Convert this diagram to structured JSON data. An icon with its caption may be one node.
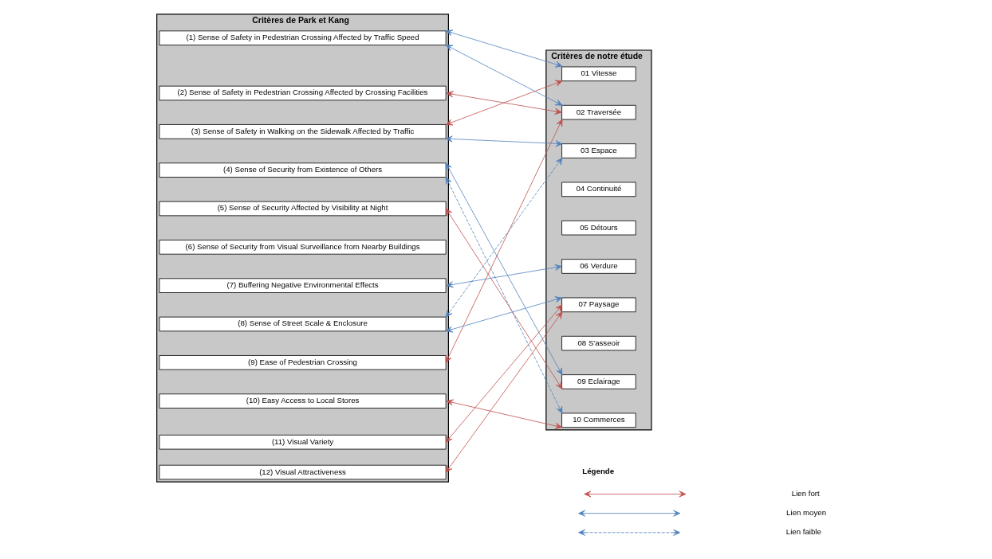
{
  "diagram": {
    "nodes": [
      {
        "text": [
          "Critères de Park et Kang"
        ]
      },
      {
        "text": [
          "(1) Sense of Safety in Pedestrian Crossing Affected by Traffic Speed"
        ],
        "in": 0
      },
      {
        "text": [
          "(2) Sense of Safety in Pedestrian Crossing Affected by Crossing Facilities"
        ],
        "in": 0
      },
      {
        "text": [
          "(3) Sense of Safety in Walking on the Sidewalk Affected by Traffic"
        ],
        "in": 0
      },
      {
        "text": [
          "(4) Sense of Security from Existence of Others"
        ],
        "in": 0
      },
      {
        "text": [
          "(5) Sense of Security Affected by Visibility at Night"
        ],
        "in": 0
      },
      {
        "text": [
          "(6) Sense of Security from Visual Surveillance from Nearby Buildings"
        ],
        "in": 0
      },
      {
        "text": [
          "(7) Buffering Negative Environmental Effects"
        ],
        "in": 0
      },
      {
        "text": [
          "(8) Sense of Street Scale & Enclosure"
        ],
        "in": 0
      },
      {
        "text": [
          "(9) Ease of Pedestrian Crossing"
        ],
        "in": 0
      },
      {
        "text": [
          "(10) Easy Access to Local Stores"
        ],
        "in": 0
      },
      {
        "text": [
          "(11) Visual Variety"
        ],
        "in": 0
      },
      {
        "text": [
          "(12) Visual Attractiveness"
        ],
        "in": 0
      },
      {
        "text": [
          "Critères de notre étude"
        ]
      },
      {
        "text": [
          "01 Vitesse"
        ],
        "in": 13
      },
      {
        "text": [
          "02 Traversée"
        ],
        "in": 13
      },
      {
        "text": [
          "03 Espace"
        ],
        "in": 13
      },
      {
        "text": [
          "04 Continuité"
        ],
        "in": 13
      },
      {
        "text": [
          "05 Détours"
        ],
        "in": 13
      },
      {
        "text": [
          "06 Verdure"
        ],
        "in": 13
      },
      {
        "text": [
          "07 Paysage"
        ],
        "in": 13
      },
      {
        "text": [
          "08 S'asseoir"
        ],
        "in": 13
      },
      {
        "text": [
          "09 Eclairage"
        ],
        "in": 13
      },
      {
        "text": [
          "10 Commerces"
        ],
        "in": 13
      }
    ],
    "edges": [
      {
        "from": 1,
        "to": 14,
        "arrow": "both"
      },
      {
        "from": 1,
        "to": 15,
        "arrow": "both"
      },
      {
        "from": 2,
        "to": 15,
        "arrow": "both",
        "color": "#c0504d"
      },
      {
        "from": 3,
        "to": 14,
        "arrow": "both",
        "color": "#c0504d"
      },
      {
        "from": 3,
        "to": 16,
        "arrow": "both"
      },
      {
        "from": 4,
        "to": 22,
        "arrow": "both"
      },
      {
        "from": 4,
        "to": 23,
        "arrow": "both",
        "style": "dashed"
      },
      {
        "from": 5,
        "to": 22,
        "arrow": "both",
        "color": "#c0504d"
      },
      {
        "from": 7,
        "to": 19,
        "arrow": "both"
      },
      {
        "from": 8,
        "to": 20,
        "arrow": "both"
      },
      {
        "from": 8,
        "to": 16,
        "arrow": "both",
        "style": "dashed"
      },
      {
        "from": 9,
        "to": 15,
        "arrow": "both",
        "color": "#c0504d"
      },
      {
        "from": 10,
        "to": 23,
        "arrow": "both",
        "color": "#c0504d"
      },
      {
        "from": 11,
        "to": 20,
        "arrow": "both",
        "color": "#c0504d"
      },
      {
        "from": 12,
        "to": 20,
        "arrow": "both",
        "color": "#c0504d"
      }
    ],
    "labels": [
      "Légende"
    ],
    "legend": [
      {
        "text": "Lien fort"
      },
      {
        "text": "Lien moyen"
      },
      {
        "text": "Lien faible"
      }
    ]
  }
}
